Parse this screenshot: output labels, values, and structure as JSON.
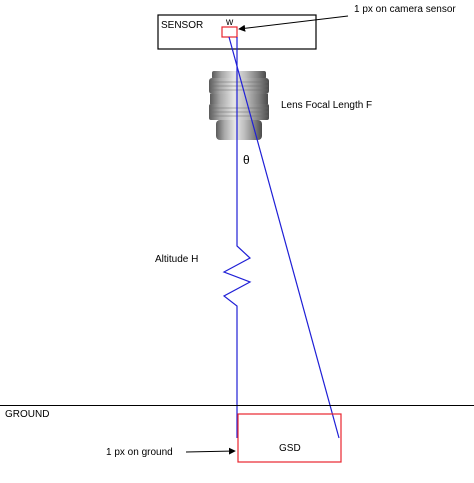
{
  "labels": {
    "sensor": "SENSOR",
    "pixel_width": "w",
    "camera_pixel": "1 px on camera sensor",
    "focal_length": "Lens Focal Length F",
    "angle": "θ",
    "altitude": "Altitude H",
    "ground": "GROUND",
    "ground_pixel": "1 px on ground",
    "gsd": "GSD"
  },
  "colors": {
    "ray": "#1f1fd6",
    "pixel_box": "#e8262e",
    "outline": "#000000",
    "lens_body": "#9a9a9a"
  },
  "icons": {
    "lens": "camera-lens-icon"
  }
}
